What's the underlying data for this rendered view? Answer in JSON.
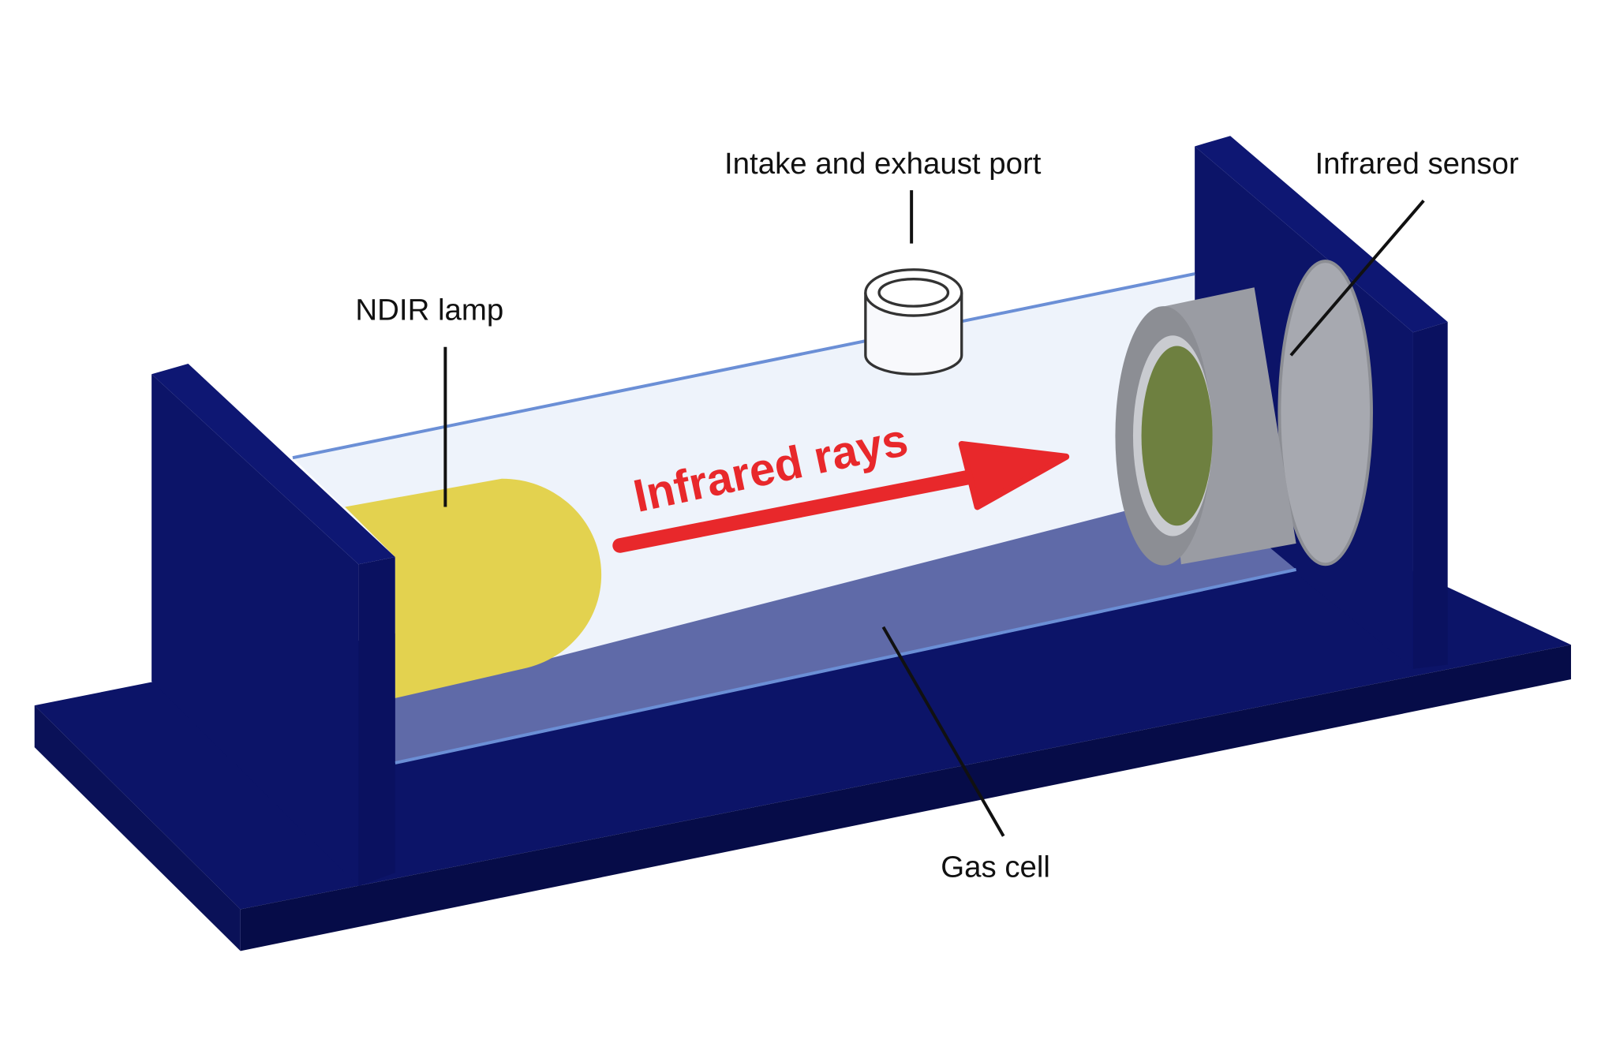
{
  "labels": {
    "port": "Intake and exhaust port",
    "sensor": "Infrared sensor",
    "lamp": "NDIR lamp",
    "rays": "Infrared rays",
    "cell": "Gas cell"
  },
  "colors": {
    "housing": "#0c1468",
    "housing_dark": "#060c48",
    "glass": "#eef3fb",
    "gas": "#5f6aa8",
    "tube_edge": "#6b8fd6",
    "lamp": "#e3d24f",
    "arrow": "#e8282b",
    "sensor": "#9a9ca3",
    "sensor_window": "#6e8040"
  }
}
